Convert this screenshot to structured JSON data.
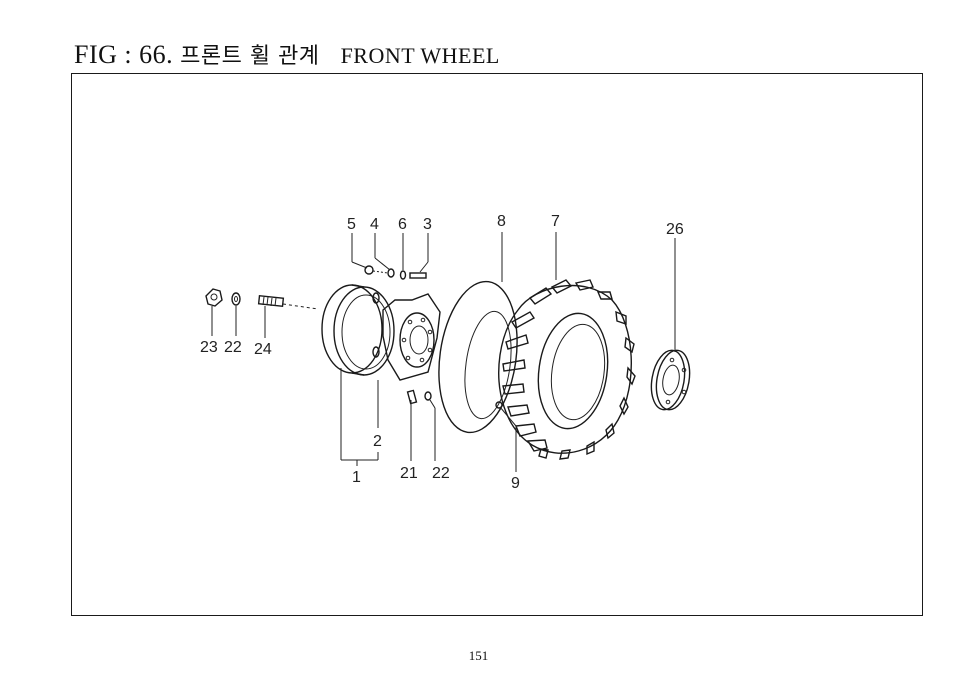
{
  "header": {
    "fig_label": "FIG : 66.",
    "title_korean": "프론트 휠 관계",
    "title_english": "FRONT WHEEL"
  },
  "callouts": [
    {
      "id": "c5",
      "text": "5"
    },
    {
      "id": "c4",
      "text": "4"
    },
    {
      "id": "c6",
      "text": "6"
    },
    {
      "id": "c3",
      "text": "3"
    },
    {
      "id": "c8",
      "text": "8"
    },
    {
      "id": "c7",
      "text": "7"
    },
    {
      "id": "c26",
      "text": "26"
    },
    {
      "id": "c23",
      "text": "23"
    },
    {
      "id": "c22a",
      "text": "22"
    },
    {
      "id": "c24",
      "text": "24"
    },
    {
      "id": "c2",
      "text": "2"
    },
    {
      "id": "c1",
      "text": "1"
    },
    {
      "id": "c21",
      "text": "21"
    },
    {
      "id": "c22b",
      "text": "22"
    },
    {
      "id": "c9",
      "text": "9"
    }
  ],
  "page_number": "151"
}
